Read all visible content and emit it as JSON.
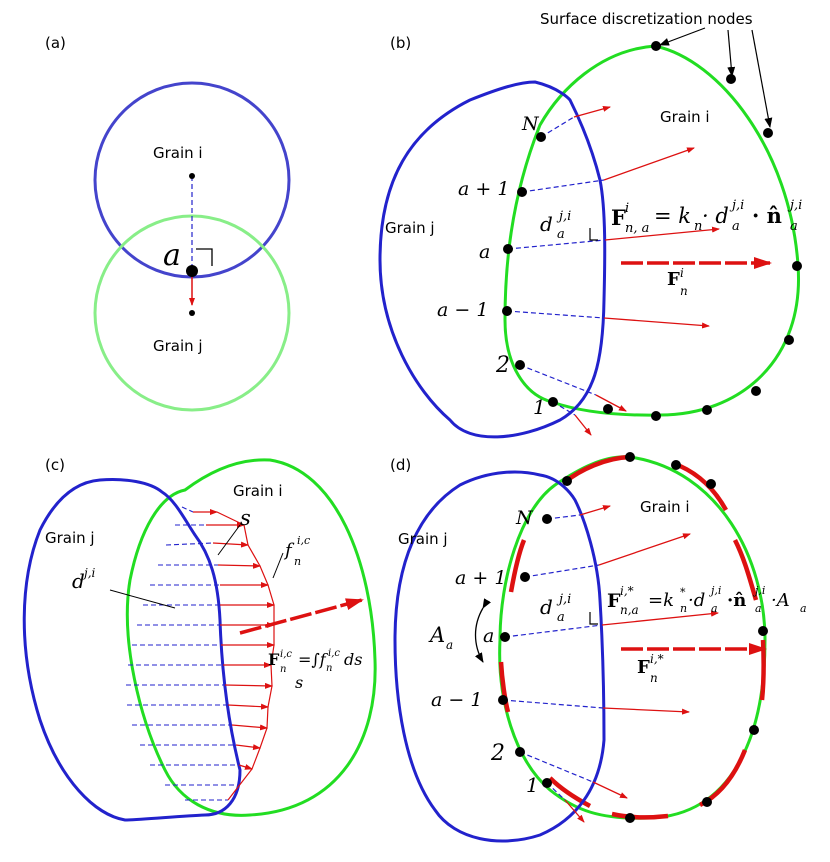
{
  "panels": {
    "a": {
      "tag": "(a)",
      "grain_i": "Grain i",
      "grain_j": "Grain j",
      "contact": "a"
    },
    "b": {
      "tag": "(b)",
      "nodes_caption": "Surface discretization nodes",
      "grain_i": "Grain i",
      "grain_j": "Grain j",
      "node_N": "N",
      "node_a_plus_1": "a + 1",
      "node_a": "a",
      "node_a_minus_1": "a − 1",
      "node_2": "2",
      "node_1": "1",
      "distance": "d",
      "distance_sup": "j,i",
      "distance_sub": "a",
      "force_eq": "F",
      "force_eq_rhs": "= k",
      "force_eq_tail": "· d",
      "force_eq_end": "· n̂",
      "total_force": "F"
    },
    "c": {
      "tag": "(c)",
      "grain_i": "Grain i",
      "grain_j": "Grain j",
      "distance": "d",
      "distance_sup": "j,i",
      "arc": "s",
      "traction": "f",
      "traction_sup": "i,c",
      "traction_sub": "n",
      "force": "F",
      "force_eq": "=∫f",
      "force_eq_sub": "s",
      "force_ds": "ds"
    },
    "d": {
      "tag": "(d)",
      "grain_i": "Grain i",
      "grain_j": "Grain j",
      "node_N": "N",
      "node_a_plus_1": "a + 1",
      "node_a": "a",
      "node_a_minus_1": "a − 1",
      "node_2": "2",
      "node_1": "1",
      "area": "A",
      "area_sub": "a",
      "distance": "d",
      "force_eq": "F",
      "force_eq_sup": "i,*",
      "force_eq_sub": "n,a",
      "force_eq_rhs": "=k",
      "force_eq_tail": "·d",
      "force_eq_end": "·n̂",
      "force_eq_area": "·A",
      "total_force": "F",
      "total_force_sup": "i,*",
      "total_force_sub": "n"
    }
  },
  "colors": {
    "grain_i": "#22dd22",
    "grain_j": "#2222cc",
    "force": "#dd1111",
    "grain_i_light": "#88ee88",
    "grain_j_light": "#4444cc"
  }
}
